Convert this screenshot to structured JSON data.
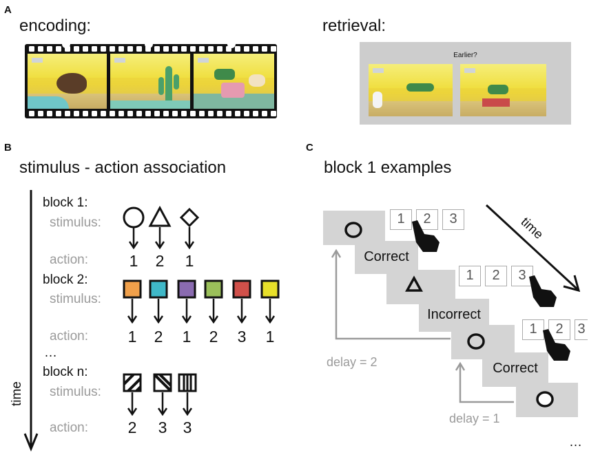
{
  "panel_a": {
    "letter": "A",
    "encoding_label": "encoding:",
    "retrieval_label": "retrieval:",
    "retrieval_question": "Earlier?"
  },
  "panel_b": {
    "letter": "B",
    "title": "stimulus - action association",
    "time_label": "time",
    "stimulus_label": "stimulus:",
    "action_label": "action:",
    "ellipsis": "…",
    "blocks": [
      {
        "label": "block 1:",
        "stimuli": [
          "circle",
          "triangle",
          "diamond"
        ],
        "actions": [
          "1",
          "2",
          "1"
        ]
      },
      {
        "label": "block 2:",
        "stimuli": [
          "#f0a04b",
          "#3fb8c8",
          "#8a6bb0",
          "#9bc05a",
          "#d0504a",
          "#e8e02a"
        ],
        "actions": [
          "1",
          "2",
          "1",
          "2",
          "3",
          "1"
        ]
      },
      {
        "label": "block n:",
        "stimuli": [
          "diagonal-stripes",
          "diagonal-half",
          "vertical-stripes"
        ],
        "actions": [
          "2",
          "3",
          "3"
        ]
      }
    ]
  },
  "panel_c": {
    "letter": "C",
    "title": "block 1 examples",
    "time_label": "time",
    "keys": [
      "1",
      "2",
      "3"
    ],
    "feedback": [
      "Correct",
      "Incorrect",
      "Correct"
    ],
    "delay_2": "delay = 2",
    "delay_1": "delay = 1",
    "ellipsis": "…"
  },
  "colors": {
    "gray_box": "#d4d4d4",
    "gray_text": "#9a9a9a",
    "film": "#111111"
  }
}
